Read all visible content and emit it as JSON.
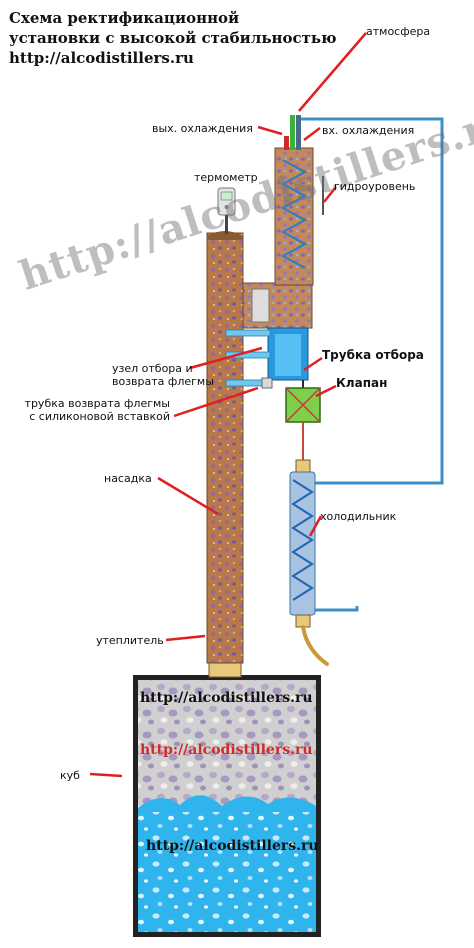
{
  "title": {
    "line1": "Схема ректификационной",
    "line2": "установки с высокой стабильностью",
    "line3": "http://alcodistillers.ru"
  },
  "labels": {
    "atmosphere": "атмосфера",
    "cooling_out": "вых. охлаждения",
    "cooling_in": "вх. охлаждения",
    "thermometer": "термометр",
    "hydro_level": "гидроуровень",
    "take_off_unit_1": "узел отбора и",
    "take_off_unit_2": "возврата флегмы",
    "take_off_tube": "Трубка отбора",
    "valve": "Клапан",
    "return_tube_1": "трубка возврата флегмы",
    "return_tube_2": "с силиконовой вставкой",
    "packing": "насадка",
    "condenser": "холодильник",
    "insulation": "утеплитель",
    "still": "куб"
  },
  "watermark": "http://alcodistillers.ru",
  "tank_text": {
    "top": "http://alcodistillers.ru",
    "middle": "http://alcodistillers.ru",
    "bottom": "http://alcodistillers.ru"
  },
  "colors": {
    "arrow": "#e02020",
    "column": "#b8784a",
    "water": "#2fb4ee",
    "pipe": "#3c90c8",
    "valve": "#7ed04a"
  }
}
